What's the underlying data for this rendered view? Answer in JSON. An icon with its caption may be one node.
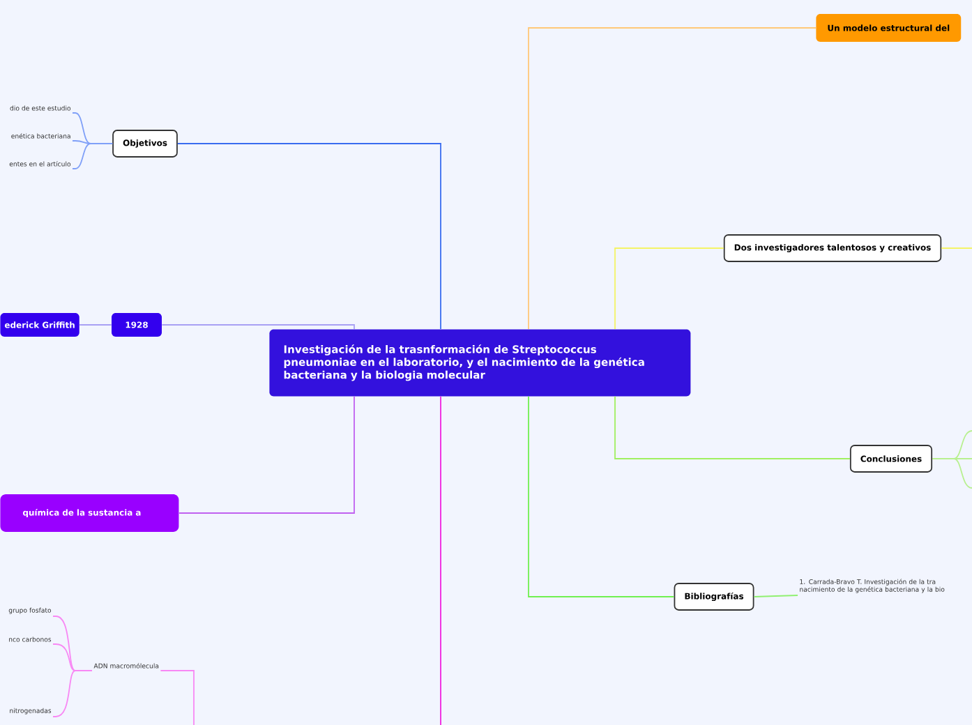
{
  "diagram": {
    "nodes": [
      {
        "text": [
          "Investigación de la trasnformación de Streptococcus pneumoniae en el laboratorio, y el nacimiento de la genética bacteriana y la biologia molecular"
        ]
      },
      {
        "text": [
          "Un modelo estructural del"
        ]
      },
      {
        "text": [
          "Objetivos"
        ]
      },
      {
        "text": [
          "Dos investigadores talentosos y creativos"
        ]
      },
      {
        "text": [
          "ederick Griffith"
        ]
      },
      {
        "text": [
          "1928"
        ]
      },
      {
        "text": [
          "química de la sustancia a"
        ]
      },
      {
        "text": [
          "Conclusiones"
        ]
      },
      {
        "text": [
          "ADN macromólecula"
        ]
      },
      {
        "text": [
          "Bibliografías"
        ]
      },
      {
        "text": [
          "dio de este estudio"
        ]
      },
      {
        "text": [
          "enética bacteriana"
        ]
      },
      {
        "text": [
          "entes en el artículo"
        ]
      },
      {
        "text": [
          "grupo fosfato"
        ]
      },
      {
        "text": [
          "nco carbonos"
        ]
      },
      {
        "text": [
          "nitrogenadas"
        ]
      },
      {
        "text": [
          "1. Carrada-Bravo T. Investigación de la tra nacimiento de la genética bacteriana y la bio"
        ]
      }
    ],
    "edges": [
      {
        "from": 0,
        "to": 1,
        "arrow": "none",
        "color": "#ffc878"
      },
      {
        "from": 0,
        "to": 2,
        "arrow": "none",
        "color": "#3a6cf0"
      },
      {
        "from": 0,
        "to": 3,
        "arrow": "none",
        "color": "#f4f466"
      },
      {
        "from": 0,
        "to": 5,
        "arrow": "none",
        "color": "#a8a0f4"
      },
      {
        "from": 5,
        "to": 4,
        "arrow": "none",
        "color": "#a8a0f4"
      },
      {
        "from": 0,
        "to": 6,
        "arrow": "none",
        "color": "#c060f0"
      },
      {
        "from": 0,
        "to": 7,
        "arrow": "none",
        "color": "#a0f060"
      },
      {
        "from": 0,
        "to": null,
        "arrow": "none",
        "color": "#f020e0"
      },
      {
        "from": 0,
        "to": 9,
        "arrow": "none",
        "color": "#70f050"
      },
      {
        "from": 2,
        "to": 10,
        "arrow": "none",
        "color": "#80a0f8"
      },
      {
        "from": 2,
        "to": 11,
        "arrow": "none",
        "color": "#80a0f8"
      },
      {
        "from": 2,
        "to": 12,
        "arrow": "none",
        "color": "#80a0f8"
      },
      {
        "from": 8,
        "to": 13,
        "arrow": "none",
        "color": "#f888f4"
      },
      {
        "from": 8,
        "to": 14,
        "arrow": "none",
        "color": "#f888f4"
      },
      {
        "from": 8,
        "to": 15,
        "arrow": "none",
        "color": "#f888f4"
      },
      {
        "from": 8,
        "to": null,
        "arrow": "none",
        "color": "#f888f4"
      },
      {
        "from": 9,
        "to": 16,
        "arrow": "none",
        "color": "#90f070"
      },
      {
        "from": 7,
        "to": null,
        "arrow": "none",
        "color": "#b8f090"
      },
      {
        "from": 7,
        "to": null,
        "arrow": "none",
        "color": "#b8f090"
      },
      {
        "from": 7,
        "to": null,
        "arrow": "none",
        "color": "#b8f090"
      },
      {
        "from": 3,
        "to": null,
        "arrow": "none",
        "color": "#f4f466"
      }
    ]
  }
}
